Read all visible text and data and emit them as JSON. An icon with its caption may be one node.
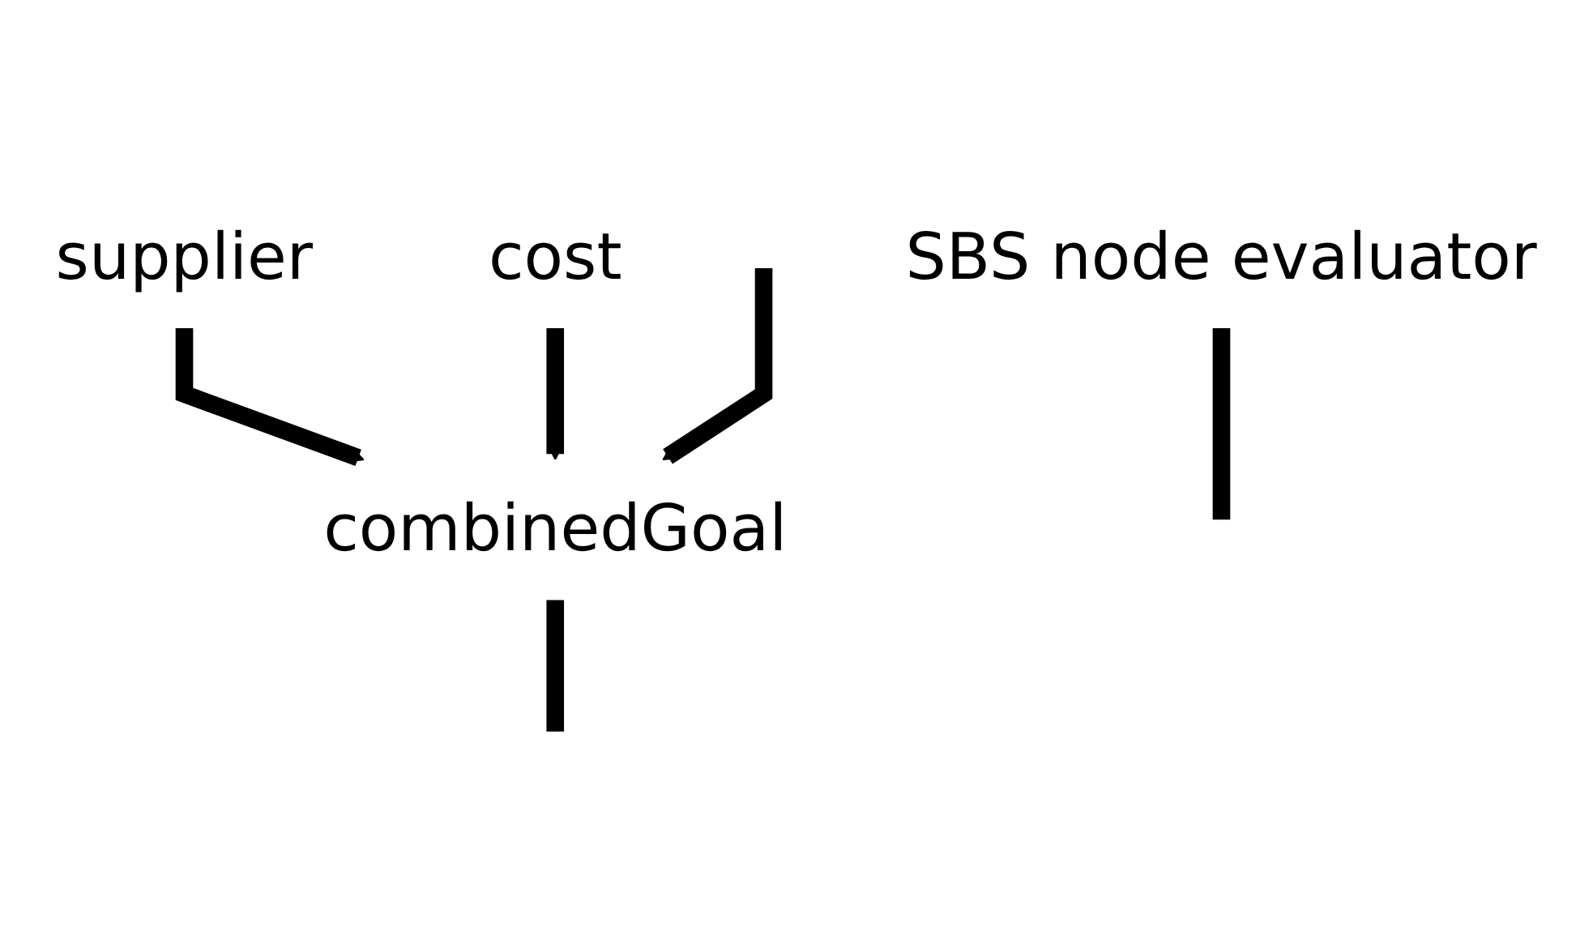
{
  "diagram": {
    "nodes": [
      {
        "text": [
          "supplier"
        ]
      },
      {
        "text": [
          "cost"
        ]
      },
      {
        "text": [
          "combinedGoal"
        ]
      },
      {
        "text": [
          "SBS node evaluator"
        ]
      }
    ],
    "edges": [
      {
        "from": 0,
        "to": 2,
        "arrow": "to"
      },
      {
        "from": 1,
        "to": 2,
        "arrow": "to"
      },
      {
        "from": null,
        "to": 2,
        "arrow": "to"
      },
      {
        "from": 2,
        "to": null,
        "arrow": "none"
      },
      {
        "from": 3,
        "to": null,
        "arrow": "none"
      }
    ]
  }
}
